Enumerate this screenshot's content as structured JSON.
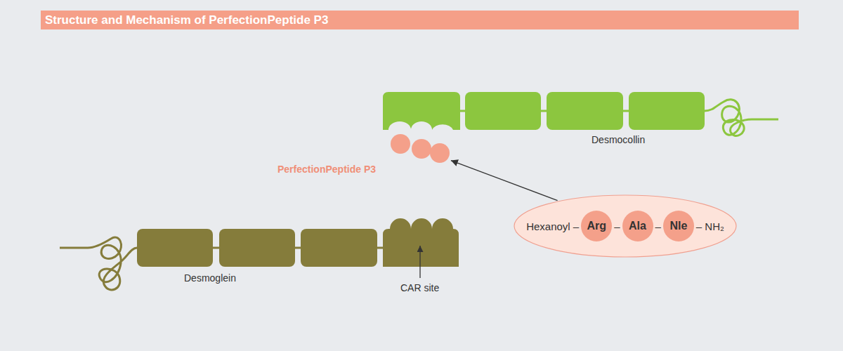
{
  "diagram": {
    "title": "Structure and Mechanism of PerfectionPeptide P3",
    "nodes": [
      {
        "text": [
          "PerfectionPeptide P3"
        ]
      },
      {
        "text": [
          "Hexanoyl –",
          "–",
          "–",
          "– NH₂"
        ]
      },
      {
        "text": [
          "Arg"
        ],
        "in": 1
      },
      {
        "text": [
          "Ala"
        ],
        "in": 1
      },
      {
        "text": [
          "Nle"
        ],
        "in": 1
      }
    ],
    "edges": [
      {
        "from": 1,
        "to": 0,
        "arrow": "to"
      }
    ],
    "labels": [
      "Desmocollin",
      "Desmoglein",
      "CAR site"
    ]
  }
}
